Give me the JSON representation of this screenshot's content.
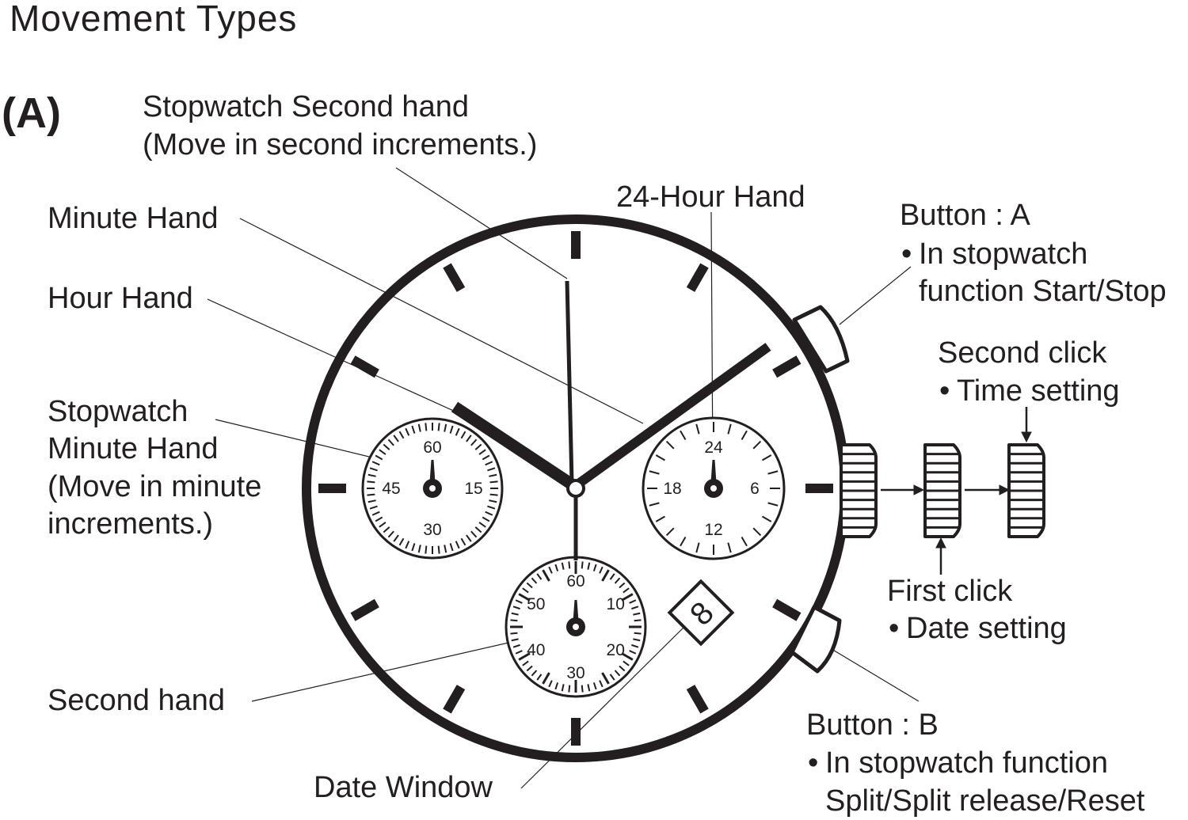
{
  "title": "Movement  Types",
  "section_label": "(A)",
  "labels": {
    "stopwatch_second_hand": [
      "Stopwatch Second hand",
      "(Move in second increments.)"
    ],
    "minute_hand": "Minute Hand",
    "hour_hand": "Hour Hand",
    "stopwatch_minute_hand": [
      "Stopwatch",
      "Minute Hand",
      "(Move in minute",
      "increments.)"
    ],
    "second_hand": "Second hand",
    "date_window": "Date Window",
    "hour24_hand": "24-Hour Hand",
    "button_a": {
      "title": "Button :   A",
      "lines": [
        "In stopwatch",
        "function Start/Stop"
      ]
    },
    "second_click": {
      "title": "Second click",
      "detail": "Time setting"
    },
    "first_click": {
      "title": "First click",
      "detail": "Date setting"
    },
    "button_b": {
      "title": "Button :   B",
      "lines": [
        "In stopwatch function",
        "Split/Split release/Reset"
      ]
    }
  },
  "subdials": {
    "left": [
      "60",
      "15",
      "30",
      "45"
    ],
    "right": [
      "24",
      "6",
      "12",
      "18"
    ],
    "bottom": [
      "60",
      "10",
      "20",
      "30",
      "40",
      "50"
    ]
  },
  "date_window_digit": "8",
  "colors": {
    "ink": "#231f20",
    "background": "#ffffff"
  }
}
